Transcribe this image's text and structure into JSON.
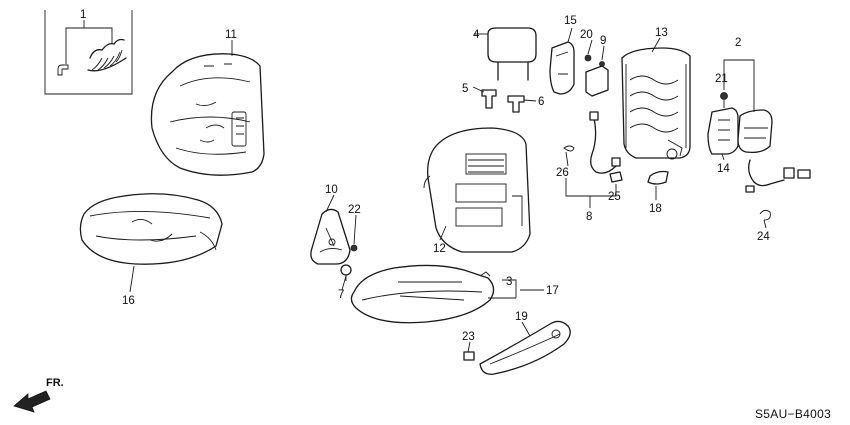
{
  "diagram": {
    "direction_label": "FR.",
    "figure_code": "S5AU−B4003",
    "callouts": {
      "c1": "1",
      "c2": "2",
      "c3": "3",
      "c4": "4",
      "c5": "5",
      "c6": "6",
      "c7": "7",
      "c8": "8",
      "c9": "9",
      "c10": "10",
      "c11": "11",
      "c12": "12",
      "c13": "13",
      "c14": "14",
      "c15": "15",
      "c16": "16",
      "c17": "17",
      "c18": "18",
      "c19": "19",
      "c20": "20",
      "c21": "21",
      "c22": "22",
      "c23": "23",
      "c24": "24",
      "c25": "25",
      "c26": "26"
    }
  }
}
